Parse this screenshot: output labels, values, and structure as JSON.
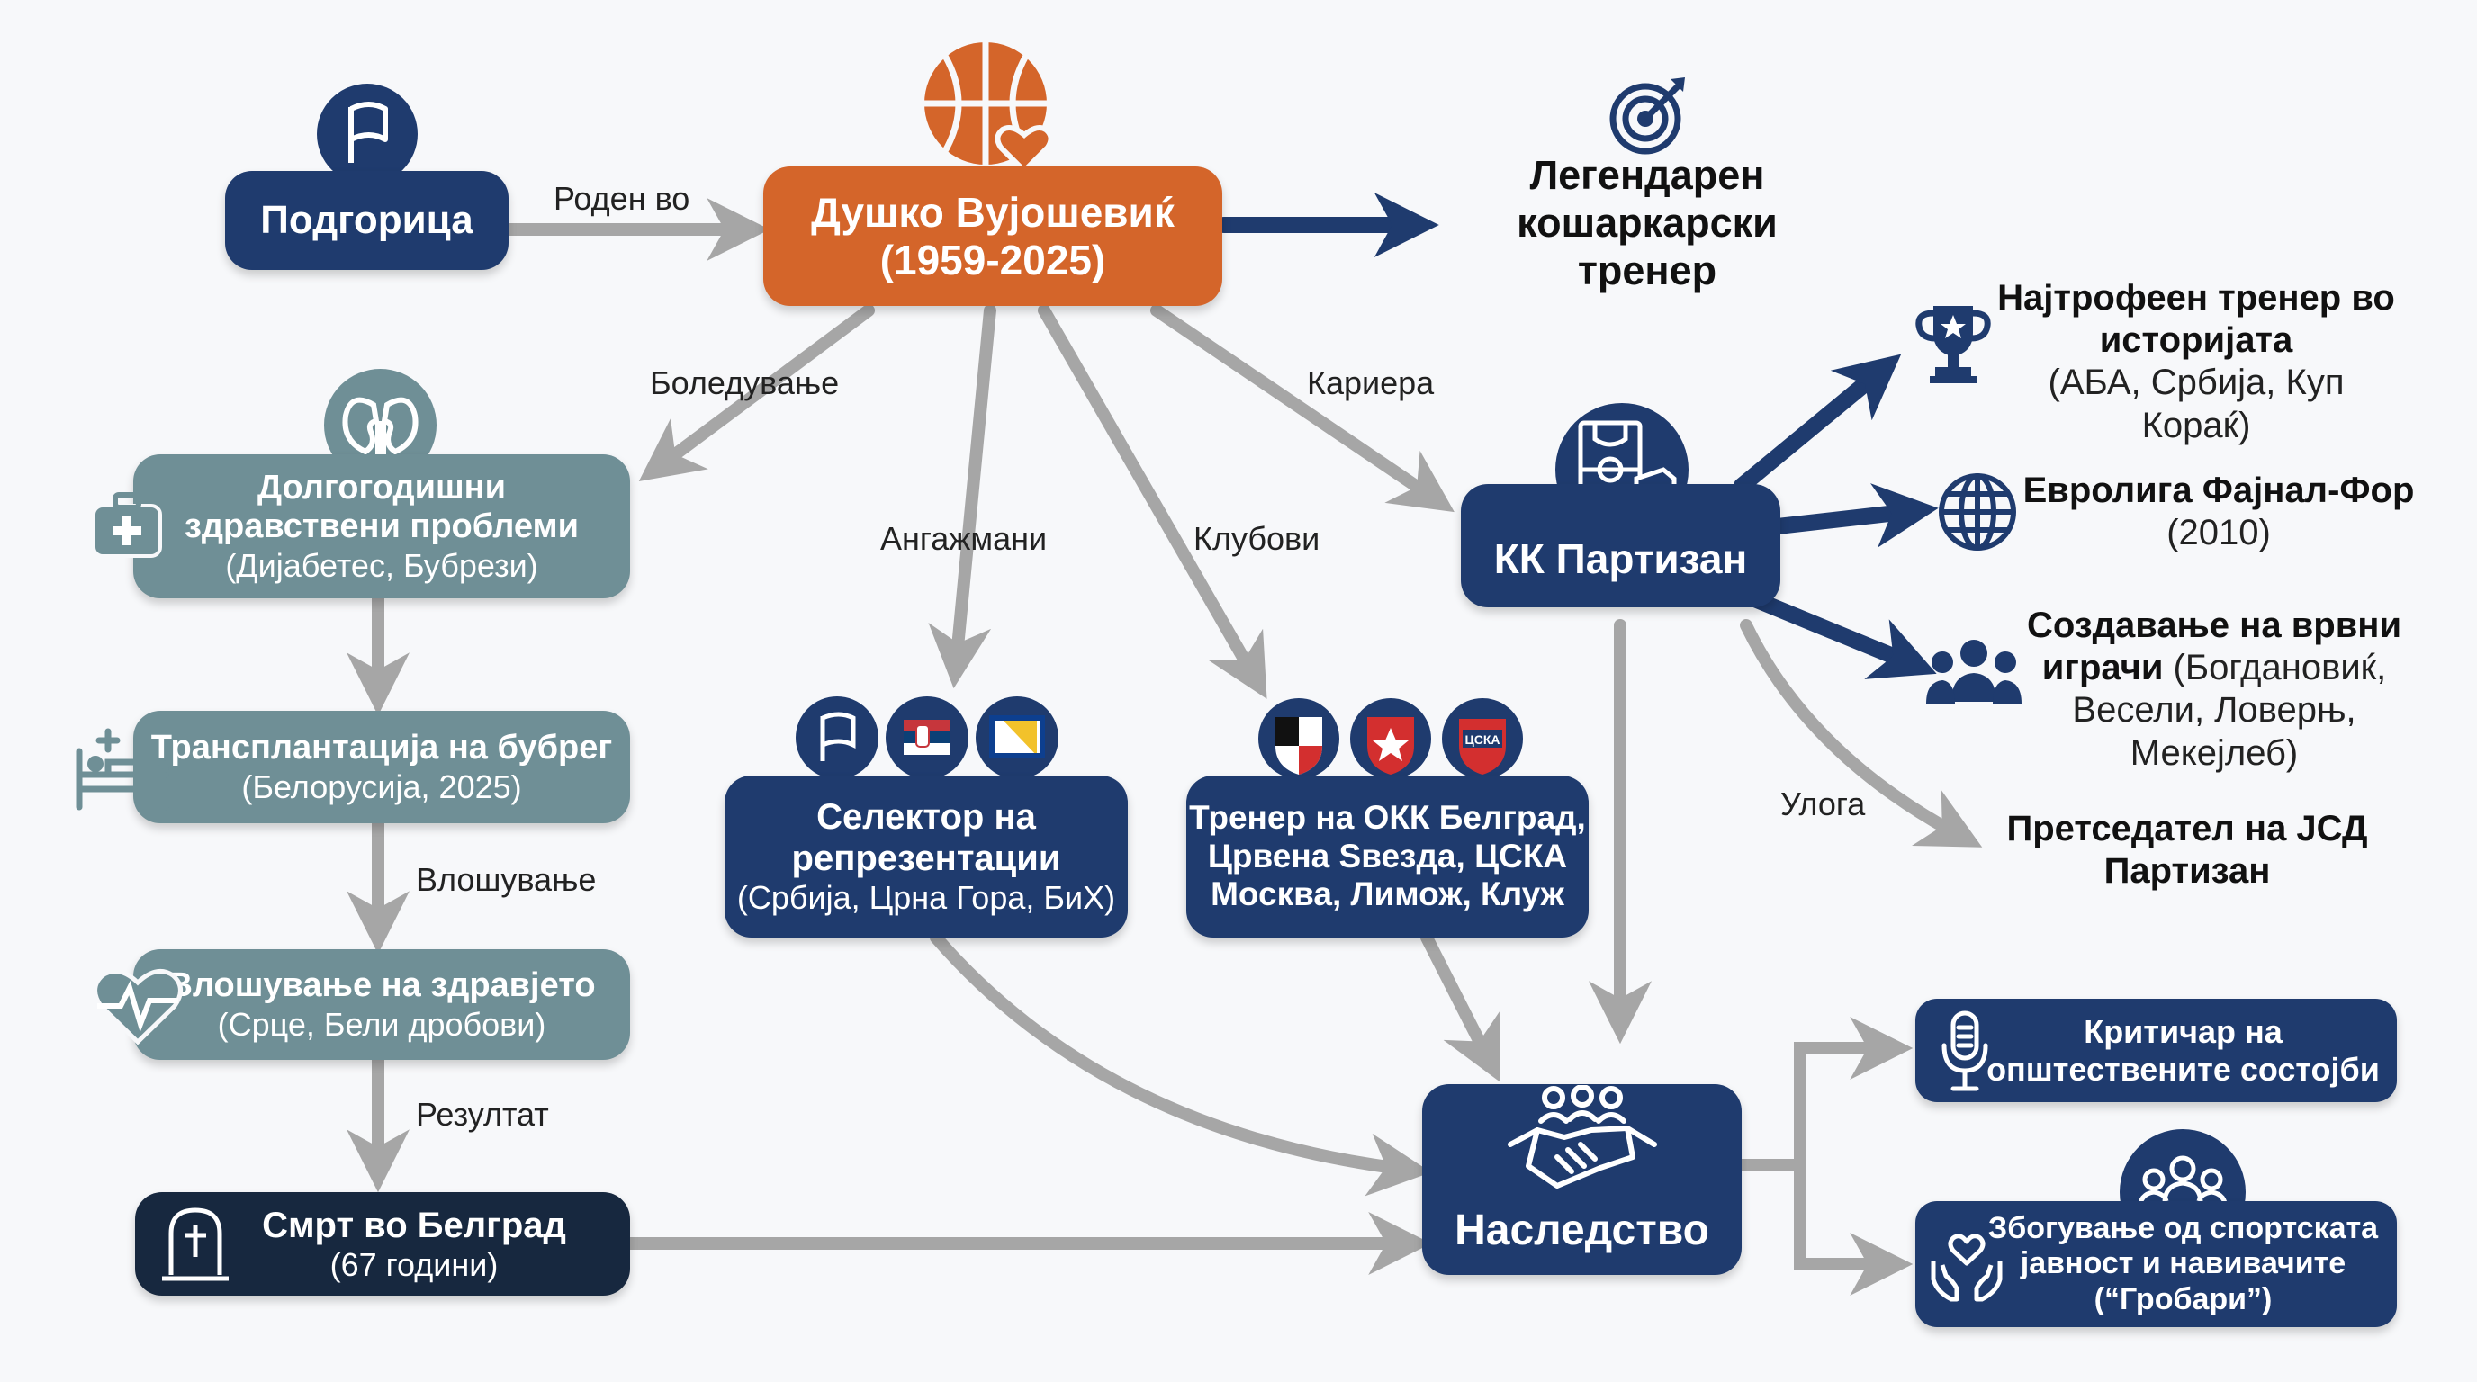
{
  "center": {
    "name": "Душко Вујошевиќ",
    "years": "(1959-2025)"
  },
  "birthplace": "Подгорица",
  "legend_title": [
    "Легендарен",
    "кошаркарски",
    "тренер"
  ],
  "edge_labels": {
    "born": "Роден во",
    "illness": "Боледување",
    "engagements": "Ангажмани",
    "clubs": "Клубови",
    "career": "Кариера",
    "worsening": "Влошување",
    "result": "Резултат",
    "role": "Улога"
  },
  "health": {
    "problems_title": [
      "Долгогодишни",
      "здравствени проблеми"
    ],
    "problems_sub": "(Дијабетес, Бубрези)",
    "transplant_title": "Трансплантација на бубрег",
    "transplant_sub": "(Белорусија, 2025)",
    "worsening_title": "Влошување на здравјето",
    "worsening_sub": "(Срце, Бели дробови)",
    "death_title": "Смрт во Белград",
    "death_sub": "(67 години)"
  },
  "selector": {
    "title": [
      "Селектор на",
      "репрезентации"
    ],
    "sub": "(Србија, Црна Гора, БиХ)"
  },
  "coach": {
    "lines": [
      "Тренер на ОКК Белград,",
      "Црвена Ѕвезда, ЦСКА",
      "Москва, Лимож, Клуж"
    ],
    "cska_badge": "ЦСКА"
  },
  "partizan": {
    "title": "КК Партизан"
  },
  "achievements": {
    "trophies_title": [
      "Најтрофеен тренер во",
      "историјата"
    ],
    "trophies_sub": "(АБА, Србија, Куп Кораќ)",
    "euroleague_title": "Евролига Фајнал-Фор",
    "euroleague_sub": "(2010)",
    "players_bold": [
      "Создавање на врвни",
      "играчи"
    ],
    "players_rest": [
      " (Богдановиќ,",
      "Весели, Ловерњ,",
      "Мекејлеб)"
    ],
    "president": [
      "Претседател на ЈСД",
      "Партизан"
    ]
  },
  "legacy": {
    "title": "Наследство",
    "critic": [
      "Критичар на",
      "општествените состојби"
    ],
    "farewell": [
      "Збогување од спортската",
      "јавност и навивачите",
      "(“Гробари”)"
    ]
  },
  "colors": {
    "navy": "#1f3b6e",
    "orange": "#d4652a",
    "slate": "#6f8f96",
    "dark": "#17283f",
    "arrow": "#a6a6a6"
  },
  "icons": [
    "flag-icon",
    "basketball-heart-icon",
    "target-icon",
    "kidney-icon",
    "medical-kit-icon",
    "hospital-bed-icon",
    "heart-pulse-icon",
    "tombstone-icon",
    "trophy-icon",
    "globe-icon",
    "people-icon",
    "court-icon",
    "shield-p-icon",
    "handshake-icon",
    "microphone-icon",
    "heart-hands-icon",
    "crowd-icon"
  ]
}
